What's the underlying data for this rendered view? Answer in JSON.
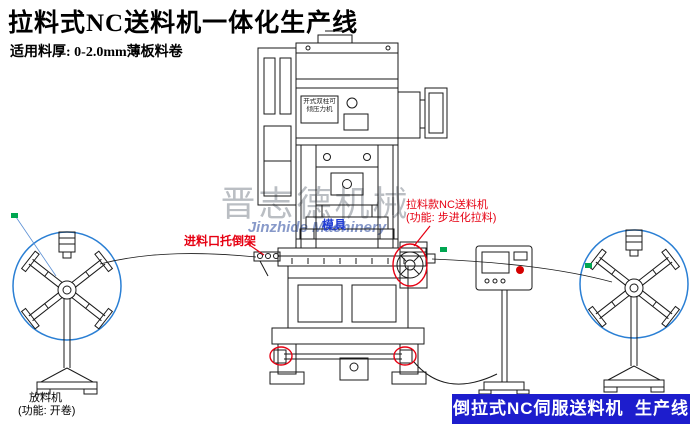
{
  "page": {
    "title": "拉料式NC送料机一体化生产线",
    "subtitle": "适用料厚: 0-2.0mm薄板料卷"
  },
  "machine": {
    "nameplate": "开式双柱可倾压力机"
  },
  "annotations": {
    "inlet_support": "进料口托倒架",
    "feeder_name": "拉料款NC送料机",
    "feeder_function": "(功能: 步进化拉料)",
    "mold": "模具",
    "decoiler_name": "放料机",
    "decoiler_function": "(功能: 开卷)"
  },
  "banner": {
    "text": "倒拉式NC伺服送料机  生产线"
  },
  "watermark": {
    "cn": "晋志德机械",
    "en": "Jinzhide Machinery"
  },
  "colors": {
    "line": "#1a1a1a",
    "annotation_red": "#e60012",
    "annotation_blue": "#1f3bd4",
    "highlight_green": "#00a651",
    "highlight_circle_blue": "#2a7fd4",
    "banner_bg": "#1d1dcd",
    "banner_text": "#ffffff",
    "watermark_gray": "#8d939c",
    "watermark_blue": "#5f77b8"
  }
}
